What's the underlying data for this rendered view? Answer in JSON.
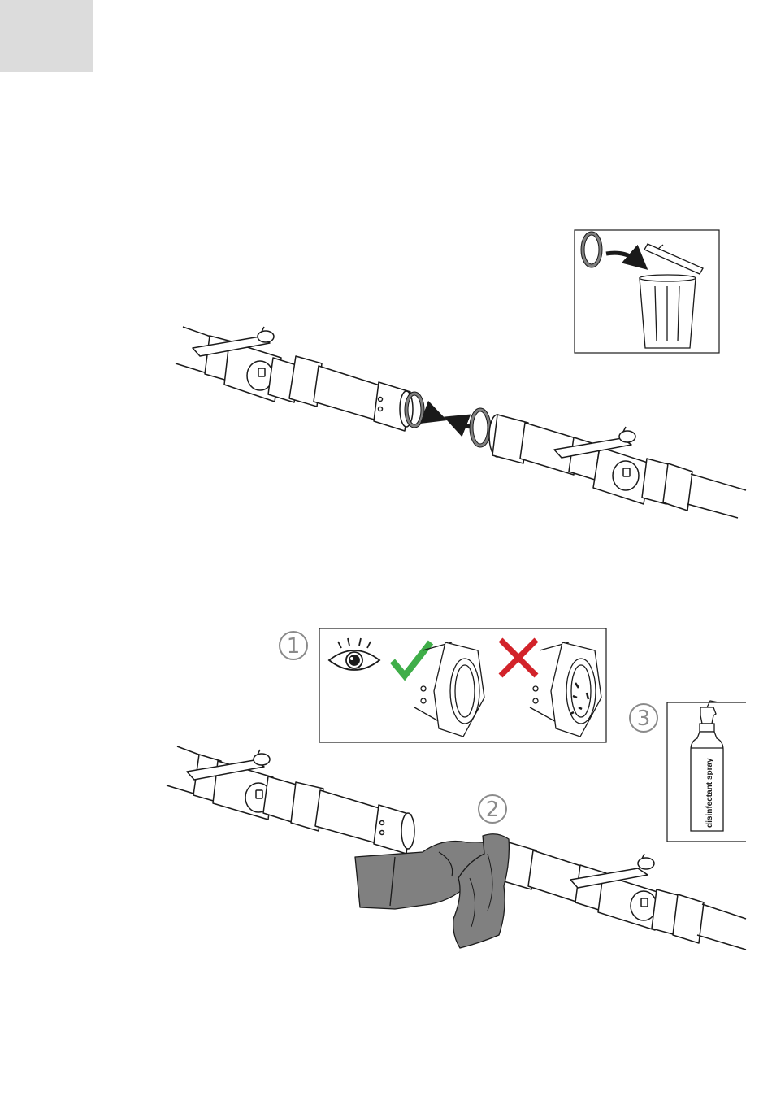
{
  "colors": {
    "corner_tab": "#dcdcdc",
    "line": "#1a1a1a",
    "seal": "#808080",
    "glove": "#808080",
    "check": "#3fae49",
    "cross": "#d2232a",
    "step_circle": "#8a8a8a"
  },
  "steps": [
    {
      "label": "1"
    },
    {
      "label": "2"
    },
    {
      "label": "3"
    }
  ],
  "spray_bottle": {
    "label": "disinfectant spray"
  },
  "icons": [
    "eye-icon",
    "checkmark-icon",
    "cross-icon",
    "trash-bin-icon",
    "arrow-icon",
    "glove-icon",
    "cloth-icon",
    "spray-bottle-icon"
  ]
}
